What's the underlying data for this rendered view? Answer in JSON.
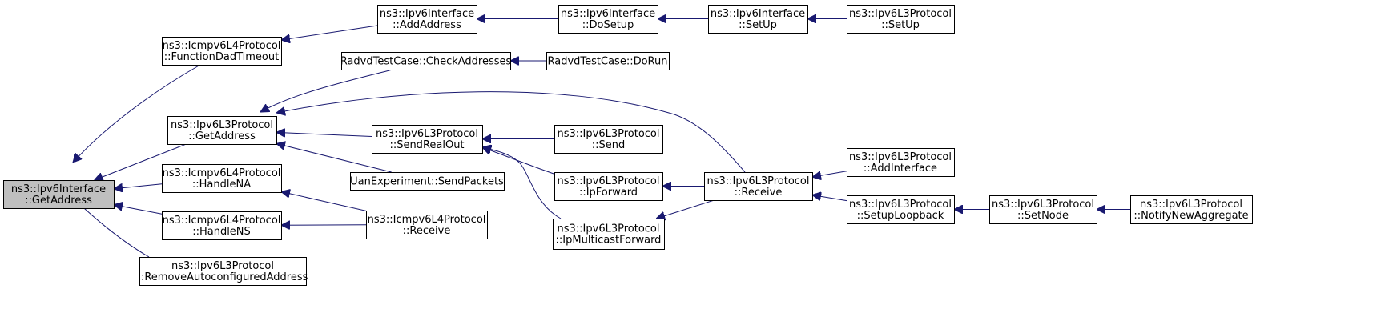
{
  "colors": {
    "edge": "#191970",
    "node_border": "#000000",
    "node_fill": "#ffffff",
    "root_fill": "#bfbfbf",
    "text": "#000000"
  },
  "nodes": [
    {
      "id": "root",
      "lines": [
        "ns3::Ipv6Interface",
        "::GetAddress"
      ],
      "root": true
    },
    {
      "id": "icmp_dad",
      "lines": [
        "ns3::Icmpv6L4Protocol",
        "::FunctionDadTimeout"
      ]
    },
    {
      "id": "l3_getaddress",
      "lines": [
        "ns3::Ipv6L3Protocol",
        "::GetAddress"
      ]
    },
    {
      "id": "icmp_handlena",
      "lines": [
        "ns3::Icmpv6L4Protocol",
        "::HandleNA"
      ]
    },
    {
      "id": "icmp_handlens",
      "lines": [
        "ns3::Icmpv6L4Protocol",
        "::HandleNS"
      ]
    },
    {
      "id": "l3_removeauto",
      "lines": [
        "ns3::Ipv6L3Protocol",
        "::RemoveAutoconfiguredAddress"
      ]
    },
    {
      "id": "if_addaddress",
      "lines": [
        "ns3::Ipv6Interface",
        "::AddAddress"
      ]
    },
    {
      "id": "radvd_check",
      "lines": [
        "RadvdTestCase::CheckAddresses"
      ]
    },
    {
      "id": "l3_sendrealout",
      "lines": [
        "ns3::Ipv6L3Protocol",
        "::SendRealOut"
      ]
    },
    {
      "id": "uan_send",
      "lines": [
        "UanExperiment::SendPackets"
      ]
    },
    {
      "id": "icmp_receive",
      "lines": [
        "ns3::Icmpv6L4Protocol",
        "::Receive"
      ]
    },
    {
      "id": "if_dosetup",
      "lines": [
        "ns3::Ipv6Interface",
        "::DoSetup"
      ]
    },
    {
      "id": "radvd_dorun",
      "lines": [
        "RadvdTestCase::DoRun"
      ]
    },
    {
      "id": "l3_send",
      "lines": [
        "ns3::Ipv6L3Protocol",
        "::Send"
      ]
    },
    {
      "id": "l3_ipforward",
      "lines": [
        "ns3::Ipv6L3Protocol",
        "::IpForward"
      ]
    },
    {
      "id": "l3_ipmcast",
      "lines": [
        "ns3::Ipv6L3Protocol",
        "::IpMulticastForward"
      ]
    },
    {
      "id": "if_setup",
      "lines": [
        "ns3::Ipv6Interface",
        "::SetUp"
      ]
    },
    {
      "id": "l3_receive",
      "lines": [
        "ns3::Ipv6L3Protocol",
        "::Receive"
      ]
    },
    {
      "id": "l3_setup",
      "lines": [
        "ns3::Ipv6L3Protocol",
        "::SetUp"
      ]
    },
    {
      "id": "l3_addinterface",
      "lines": [
        "ns3::Ipv6L3Protocol",
        "::AddInterface"
      ]
    },
    {
      "id": "l3_setuploopback",
      "lines": [
        "ns3::Ipv6L3Protocol",
        "::SetupLoopback"
      ]
    },
    {
      "id": "l3_setnode",
      "lines": [
        "ns3::Ipv6L3Protocol",
        "::SetNode"
      ]
    },
    {
      "id": "l3_notify",
      "lines": [
        "ns3::Ipv6L3Protocol",
        "::NotifyNewAggregate"
      ]
    }
  ],
  "edges": [
    {
      "from": "icmp_dad",
      "to": "root"
    },
    {
      "from": "l3_getaddress",
      "to": "root"
    },
    {
      "from": "icmp_handlena",
      "to": "root"
    },
    {
      "from": "icmp_handlens",
      "to": "root"
    },
    {
      "from": "l3_removeauto",
      "to": "root"
    },
    {
      "from": "if_addaddress",
      "to": "icmp_dad"
    },
    {
      "from": "radvd_check",
      "to": "l3_getaddress"
    },
    {
      "from": "l3_receive",
      "to": "l3_getaddress"
    },
    {
      "from": "l3_sendrealout",
      "to": "l3_getaddress"
    },
    {
      "from": "uan_send",
      "to": "l3_getaddress"
    },
    {
      "from": "icmp_receive",
      "to": "icmp_handlena"
    },
    {
      "from": "icmp_receive",
      "to": "icmp_handlens"
    },
    {
      "from": "if_dosetup",
      "to": "if_addaddress"
    },
    {
      "from": "radvd_dorun",
      "to": "radvd_check"
    },
    {
      "from": "l3_send",
      "to": "l3_sendrealout"
    },
    {
      "from": "l3_ipforward",
      "to": "l3_sendrealout"
    },
    {
      "from": "l3_ipmcast",
      "to": "l3_sendrealout"
    },
    {
      "from": "if_setup",
      "to": "if_dosetup"
    },
    {
      "from": "l3_receive",
      "to": "l3_ipforward"
    },
    {
      "from": "l3_receive",
      "to": "l3_ipmcast"
    },
    {
      "from": "l3_setup",
      "to": "if_setup"
    },
    {
      "from": "l3_addinterface",
      "to": "l3_receive"
    },
    {
      "from": "l3_setuploopback",
      "to": "l3_receive"
    },
    {
      "from": "l3_setnode",
      "to": "l3_setuploopback"
    },
    {
      "from": "l3_notify",
      "to": "l3_setnode"
    }
  ]
}
